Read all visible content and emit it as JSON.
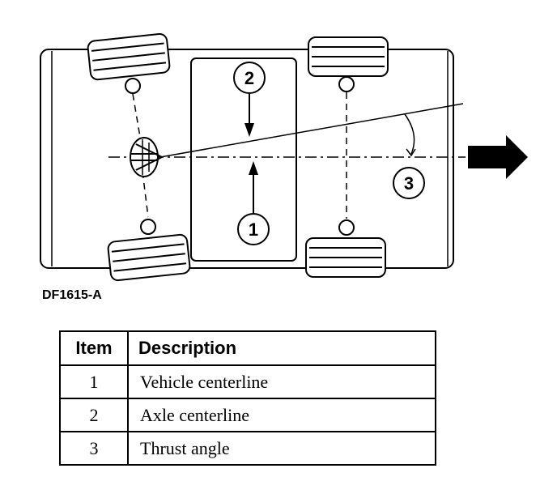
{
  "callouts": {
    "c1": "1",
    "c2": "2",
    "c3": "3"
  },
  "figure_code": "DF1615-A",
  "table": {
    "headers": {
      "item": "Item",
      "description": "Description"
    },
    "rows": [
      {
        "item": "1",
        "description": "Vehicle centerline"
      },
      {
        "item": "2",
        "description": "Axle centerline"
      },
      {
        "item": "3",
        "description": "Thrust angle"
      }
    ]
  }
}
